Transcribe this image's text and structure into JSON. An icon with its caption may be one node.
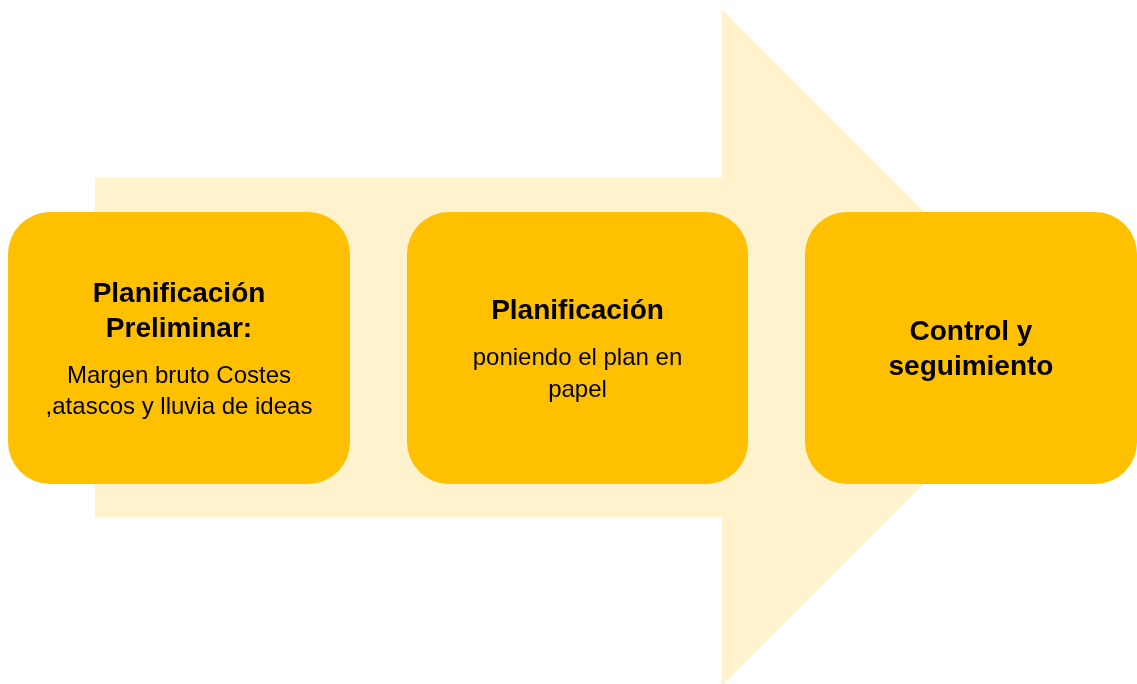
{
  "diagram": {
    "nodes": [
      {
        "text": [
          "Planificación Preliminar:",
          "Margen bruto Costes ,atascos y lluvia de ideas"
        ]
      },
      {
        "text": [
          "Planificación",
          "poniendo el plan en papel"
        ]
      },
      {
        "text": [
          "Control y seguimiento"
        ]
      }
    ],
    "edges": [
      {
        "from": 0,
        "to": 2,
        "arrow": "to"
      }
    ]
  }
}
